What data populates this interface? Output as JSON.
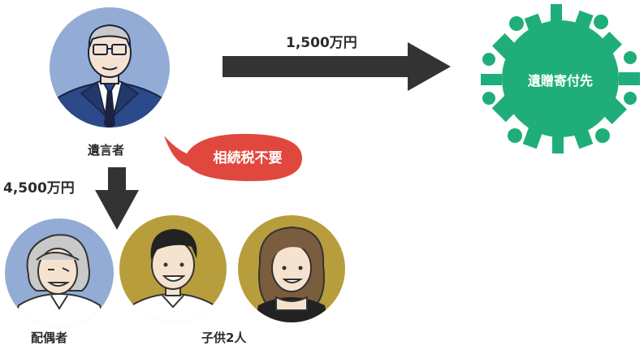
{
  "testator": {
    "label": "遺言者"
  },
  "bequest": {
    "amount": "1,500万円",
    "recipient": "遺贈寄付先"
  },
  "inheritance": {
    "amount": "4,500万円"
  },
  "badge": {
    "text": "相続税不要"
  },
  "spouse": {
    "label": "配偶者"
  },
  "children": {
    "label": "子供2人"
  },
  "colors": {
    "arrow": "#333333",
    "badge": "#e0483e",
    "recipient": "#1fae7a",
    "testator_bg": "#93acd5",
    "spouse_bg": "#93acd5",
    "child_bg": "#b89d3c"
  }
}
